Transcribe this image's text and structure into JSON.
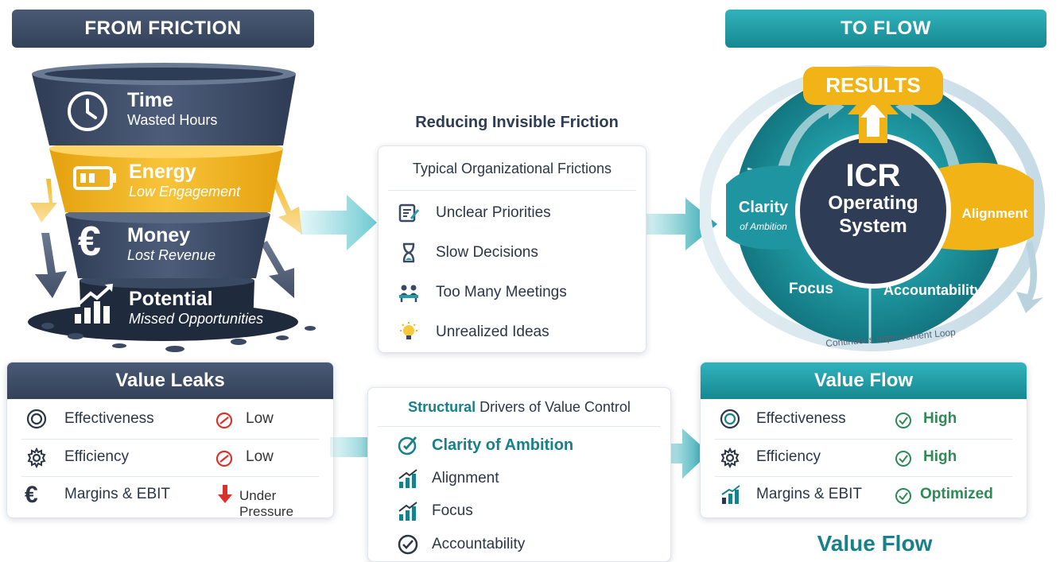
{
  "left_banner": "FROM FRICTION",
  "right_banner": "TO FLOW",
  "funnel": [
    {
      "title": "Time",
      "subtitle": "Wasted Hours",
      "icon": "clock-icon"
    },
    {
      "title": "Energy",
      "subtitle": "Low Engagement",
      "icon": "battery-icon"
    },
    {
      "title": "Money",
      "subtitle": "Lost Revenue",
      "icon": "euro-icon"
    },
    {
      "title": "Potential",
      "subtitle": "Missed Opportunities",
      "icon": "growth-chart-icon"
    }
  ],
  "middle": {
    "heading": "Reducing Invisible Friction",
    "card_title": "Typical Organizational Frictions",
    "items": [
      {
        "label": "Unclear Priorities",
        "icon": "document-edit-icon"
      },
      {
        "label": "Slow Decisions",
        "icon": "hourglass-icon"
      },
      {
        "label": "Too Many Meetings",
        "icon": "meeting-icon"
      },
      {
        "label": "Unrealized Ideas",
        "icon": "lightbulb-icon"
      }
    ]
  },
  "wheel": {
    "results": "RESULTS",
    "center_line1": "ICR",
    "center_line2": "Operating",
    "center_line3": "System",
    "clarity": "Clarity",
    "clarity_sub": "of Ambition",
    "alignment": "Alignment",
    "focus": "Focus",
    "accountability": "Accountability",
    "loop": "Continuous Improvement Loop"
  },
  "value_leaks": {
    "title": "Value Leaks",
    "rows": [
      {
        "label": "Effectiveness",
        "status": "Low",
        "icon": "target-icon",
        "status_icon": "blocked-icon"
      },
      {
        "label": "Efficiency",
        "status": "Low",
        "icon": "gear-icon",
        "status_icon": "blocked-icon"
      },
      {
        "label": "Margins & EBIT",
        "status": "Under Pressure",
        "icon": "euro-icon",
        "status_icon": "arrow-down-icon"
      }
    ]
  },
  "drivers": {
    "title_strong": "Structural",
    "title_rest": " Drivers of Value Control",
    "items": [
      {
        "label": "Clarity of Ambition",
        "icon": "target-check-icon"
      },
      {
        "label": "Alignment",
        "icon": "bar-chart-icon"
      },
      {
        "label": "Focus",
        "icon": "bar-chart-icon"
      },
      {
        "label": "Accountability",
        "icon": "check-circle-icon"
      }
    ]
  },
  "value_flow": {
    "title": "Value Flow",
    "rows": [
      {
        "label": "Effectiveness",
        "status": "High",
        "icon": "target-icon",
        "status_icon": "check-circle-icon"
      },
      {
        "label": "Efficiency",
        "status": "High",
        "icon": "gear-icon",
        "status_icon": "check-circle-icon"
      },
      {
        "label": "Margins & EBIT",
        "status": "Optimized",
        "icon": "bar-chart-icon",
        "status_icon": "check-circle-icon"
      }
    ]
  },
  "footer_label": "Value Flow",
  "colors": {
    "navy": "#3b4a63",
    "amber": "#f2b316",
    "teal": "#1f9ea8",
    "teal_dark": "#16808a",
    "center": "#2f3c55",
    "red": "#d9342b",
    "green": "#2e8b57"
  }
}
